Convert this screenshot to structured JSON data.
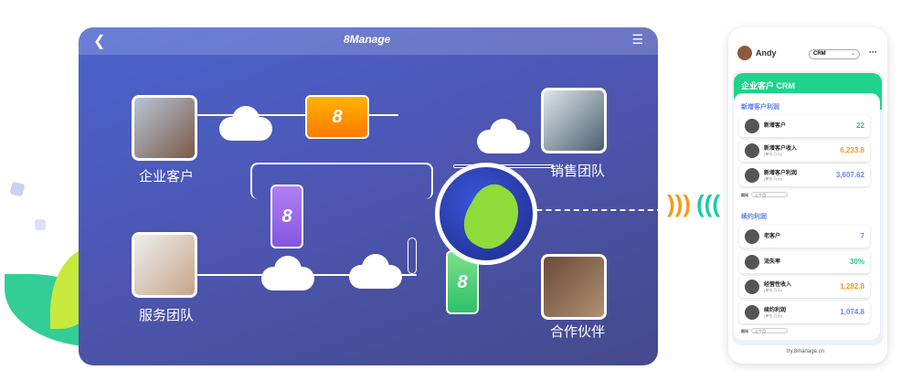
{
  "panel": {
    "logo": "8Manage",
    "back_icon": "chevron-left-icon",
    "menu_icon": "hamburger-icon",
    "app_badge": "8"
  },
  "nodes": {
    "enterprise": "企业客户",
    "sales": "销售团队",
    "service": "服务团队",
    "partner": "合作伙伴"
  },
  "phone": {
    "user": "Andy",
    "module": "CRM",
    "more": "···",
    "title": "企业客户 CRM",
    "section1": {
      "title": "新增客户利润",
      "items": [
        {
          "label": "新增客户",
          "sub": "",
          "value": "22",
          "color": "#1cc98a"
        },
        {
          "label": "新增客户收入",
          "sub": "(单位:万元)",
          "value": "6,233.8",
          "color": "#f39a1e"
        },
        {
          "label": "新增客户利润",
          "sub": "(单位:万元)",
          "value": "3,607.62",
          "color": "#6a86f0"
        }
      ],
      "filter_label": "期间",
      "filter_value": "上个月"
    },
    "section2": {
      "title": "续约利润",
      "items": [
        {
          "label": "老客户",
          "sub": "",
          "value": "7",
          "color": "#4fa8f5"
        },
        {
          "label": "流失率",
          "sub": "",
          "value": "30%",
          "color": "#1cc98a"
        },
        {
          "label": "经营性收入",
          "sub": "(单位:万元)",
          "value": "1,282.8",
          "color": "#f39a1e"
        },
        {
          "label": "续约利润",
          "sub": "(单位:万元)",
          "value": "1,074.8",
          "color": "#6a86f0"
        }
      ],
      "filter_label": "期间",
      "filter_value": "上个月"
    },
    "footer": "try.8manage.cn"
  }
}
